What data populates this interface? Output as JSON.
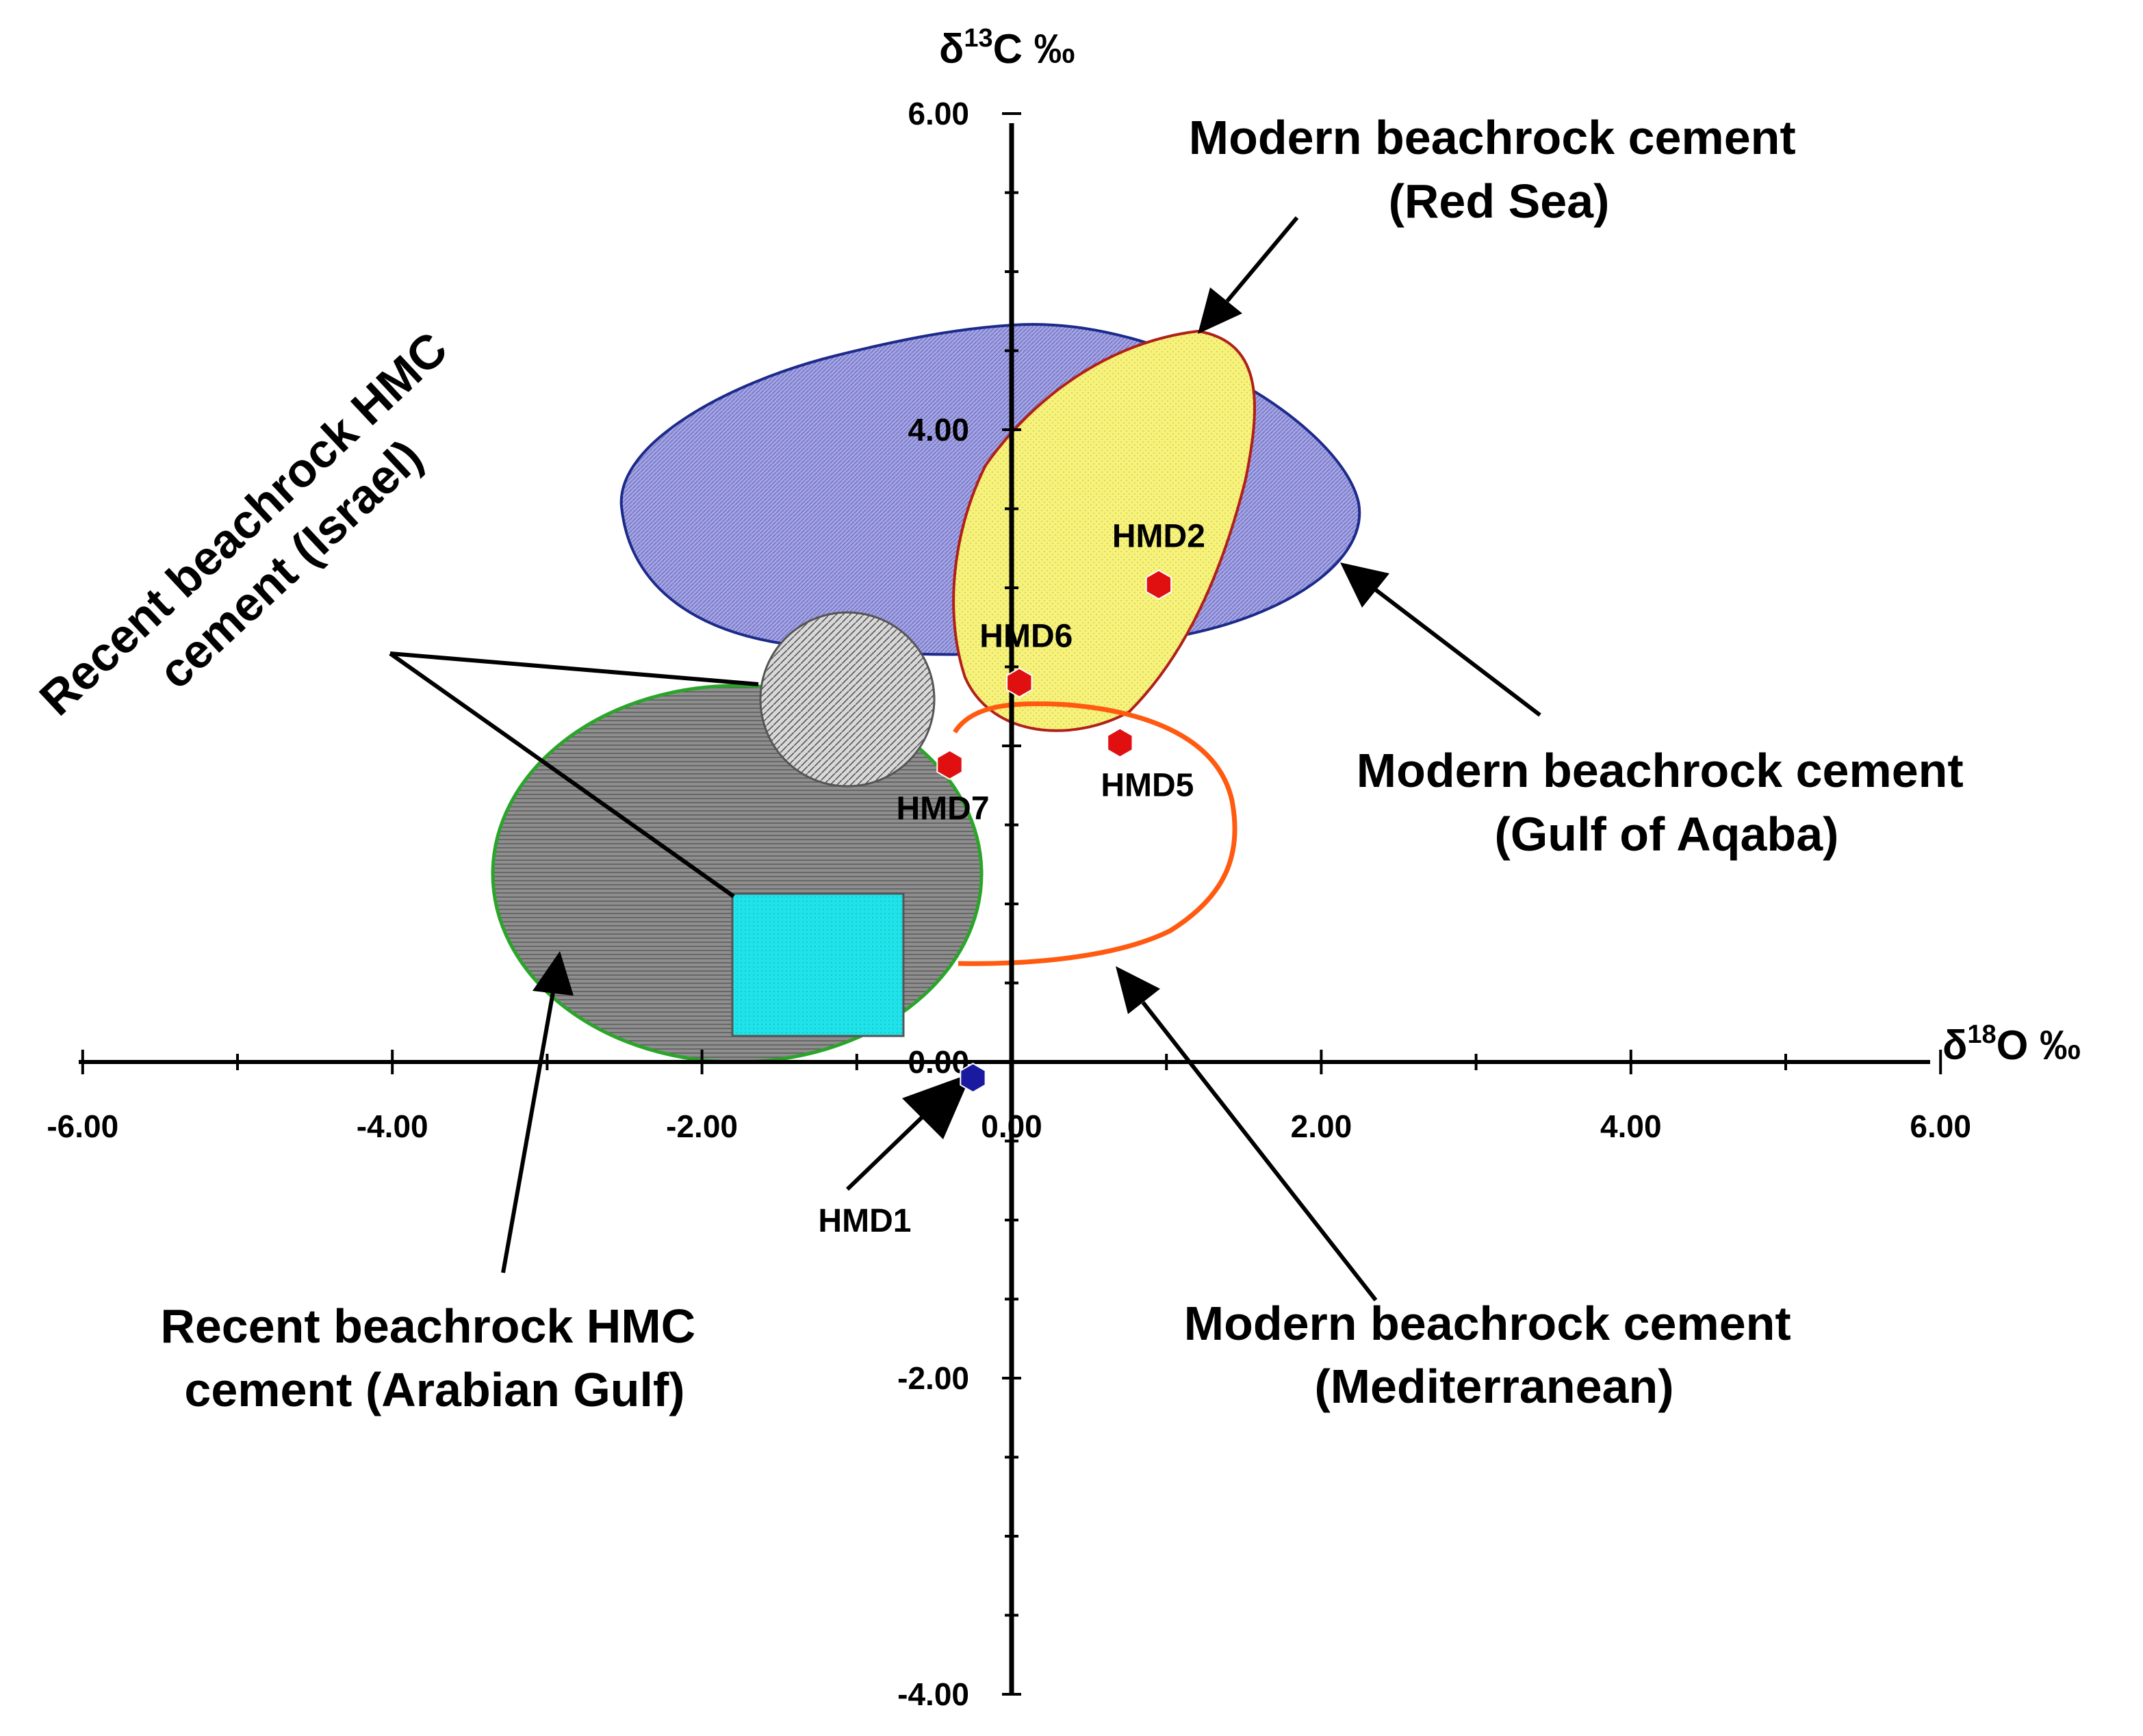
{
  "chart_data": {
    "type": "scatter",
    "x_axis": {
      "label_prefix": "δ",
      "label_sup": "18",
      "label_main": "O ‰",
      "range": [
        -6,
        6
      ],
      "major_ticks": [
        -6,
        -4,
        -2,
        0,
        2,
        4,
        6
      ],
      "tick_labels": [
        "-6.00",
        "-4.00",
        "-2.00",
        "0.00",
        "2.00",
        "4.00",
        "6.00"
      ]
    },
    "y_axis": {
      "label_prefix": "δ",
      "label_sup": "13",
      "label_main": "C ‰",
      "range": [
        -4,
        6
      ],
      "major_ticks": [
        -4,
        -2,
        0,
        4,
        6
      ],
      "tick_labels": [
        "-4.00",
        "-2.00",
        "0.00",
        "4.00",
        "6.00"
      ]
    },
    "points": [
      {
        "label": "HMD1",
        "x": -0.25,
        "y": -0.1,
        "color": "#1a1aa0"
      },
      {
        "label": "HMD2",
        "x": 0.95,
        "y": 3.02,
        "color": "#e01010"
      },
      {
        "label": "HMD5",
        "x": 0.7,
        "y": 2.02,
        "color": "#e01010"
      },
      {
        "label": "HMD6",
        "x": 0.05,
        "y": 2.4,
        "color": "#e01010"
      },
      {
        "label": "HMD7",
        "x": -0.4,
        "y": 1.88,
        "color": "#e01010"
      }
    ],
    "fields": [
      {
        "name": "Modern beachrock cement (Gulf of Aqaba)",
        "fill": "#9a9ae0",
        "stroke": "#1c2a8a"
      },
      {
        "name": "Modern beachrock cement (Red Sea)",
        "fill": "#f7f27a",
        "stroke": "#b0201a"
      },
      {
        "name": "Modern beachrock cement (Mediterranean)",
        "fill": "none",
        "stroke": "#ff5a10"
      },
      {
        "name": "Recent beachrock HMC cement (Arabian Gulf)",
        "fill": "#8c8c8c",
        "stroke": "#2aa52a"
      },
      {
        "name": "Recent beachrock HMC cement (Israel)",
        "fill": "#cccccc",
        "stroke": "#555555"
      },
      {
        "name": "Recent beachrock HMC cement (Israel)",
        "fill": "#20e0e8",
        "stroke": "#555555"
      }
    ],
    "annotations": {
      "red_sea": [
        "Modern beachrock  cement",
        "(Red Sea)"
      ],
      "aqaba": [
        "Modern beachrock  cement",
        "(Gulf of Aqaba)"
      ],
      "mediterranean": [
        "Modern beachrock cement",
        "(Mediterranean)"
      ],
      "arabian_gulf": [
        "Recent beachrock HMC",
        "cement (Arabian Gulf)"
      ],
      "israel": [
        "Recent beachrock HMC",
        "cement (Israel)"
      ]
    }
  }
}
